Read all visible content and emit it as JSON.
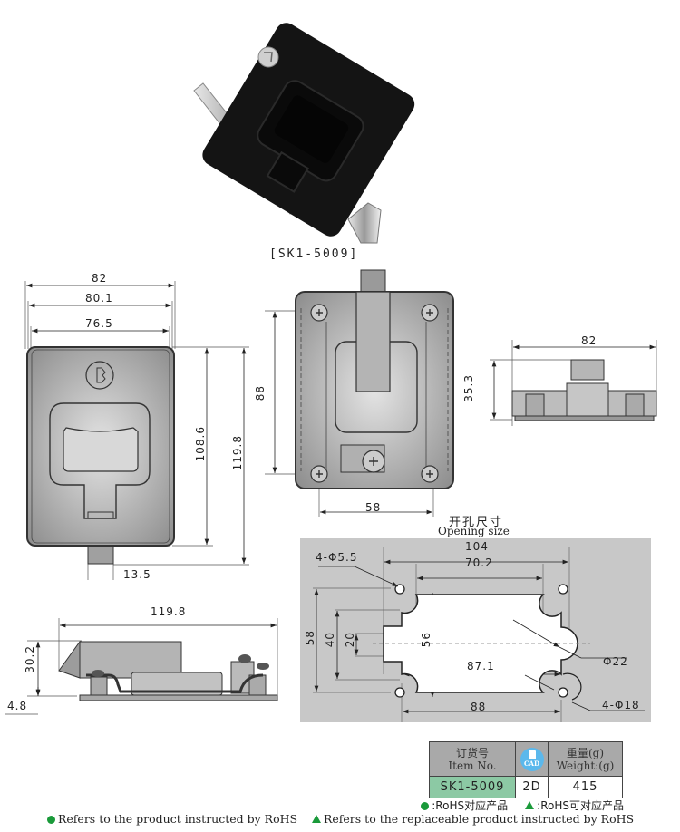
{
  "product": {
    "model_caption": "[SK1-5009]",
    "photo_name": "black lift-handle panel latch with key lock"
  },
  "front_view": {
    "dims": {
      "width_overall": "82",
      "width_body": "80.1",
      "width_inner": "76.5",
      "height_body": "108.6",
      "height_overall": "119.8",
      "tongue_width": "13.5"
    }
  },
  "rear_view": {
    "dims": {
      "hole_vertical": "88",
      "hole_horizontal": "58"
    }
  },
  "side_view_short": {
    "dims": {
      "width": "82",
      "height": "35.3"
    }
  },
  "side_view_long": {
    "dims": {
      "length": "119.8",
      "height": "30.2",
      "flange": "4.8"
    }
  },
  "opening": {
    "title_cn": "开孔尺寸",
    "title_en": "Opening size",
    "dims": {
      "overall_width": "104",
      "top_width": "70.2",
      "bottom_inner": "87.1",
      "bottom_holes": "88",
      "height_holes": "58",
      "height_step": "40",
      "height_tongue": "20",
      "height_cutout": "56",
      "small_holes": "4-Φ5.5",
      "big_radius": "Φ22",
      "corner_radius": "4-Φ18"
    }
  },
  "spec_table": {
    "header": {
      "item_cn": "订货号",
      "item_en": "Item No.",
      "cad_label": "CAD",
      "weight_cn": "重量(g)",
      "weight_en": "Weight:(g)"
    },
    "rows": [
      {
        "item_no": "SK1-5009",
        "cad": "2D",
        "weight": "415"
      }
    ]
  },
  "legend": {
    "cn_dot": ":RoHS对应产品",
    "cn_tri": ":RoHS可对应产品",
    "en_dot": "Refers to the product instructed by RoHS",
    "en_tri": "Refers to the replaceable product instructed by RoHS",
    "colors": {
      "green": "#1a9a3a",
      "item_cell": "#8cc9a4",
      "cad_badge": "#5bb8ec",
      "panel_grey": "#c8c8c8"
    }
  }
}
